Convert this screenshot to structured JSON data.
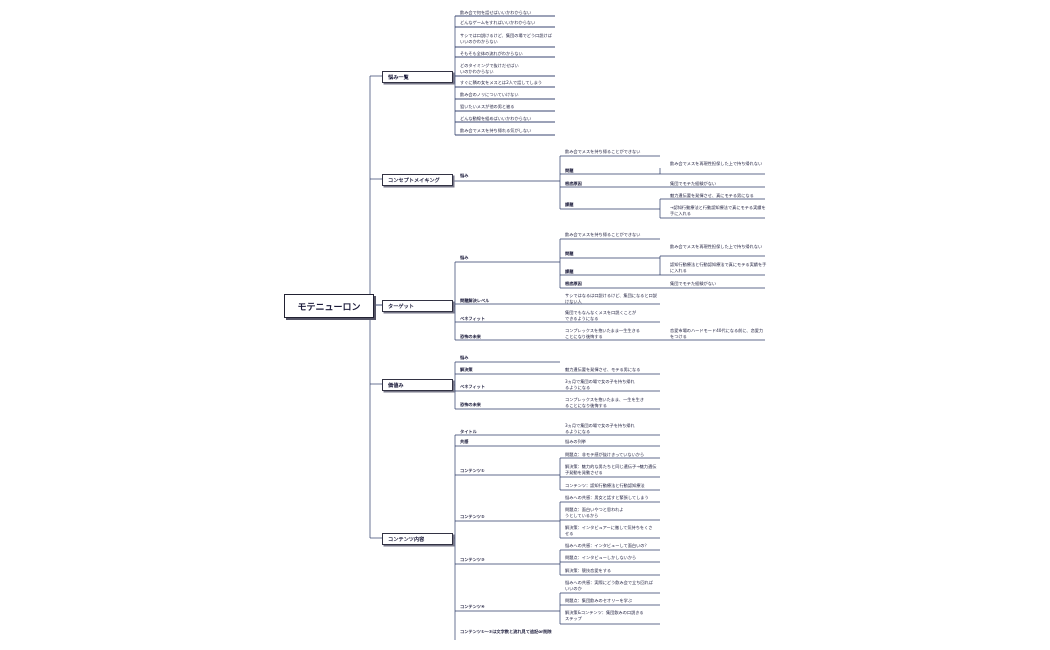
{
  "root": "モテニューロン",
  "main": [
    "悩み一覧",
    "コンセプトメイキング",
    "ターゲット",
    "価値み",
    "コンテンツ内容"
  ],
  "nayami": [
    "飲み会で何を話せばいいかわからない",
    "どんなゲームをすればいいかわからない",
    "サシでは口説けるけど、集団の場でどう口説けばいいのかわからない",
    "そもそも全体の流れがわからない",
    "どのタイミングで抜けだせばいいのかわからない",
    "すぐに隣の女をメスとは2人で話してしまう",
    "飲み会のノリについていけない",
    "狙いたいメスが他の男と被る",
    "どんな動線を組めばいいかわからない",
    "飲み会でメスを持ち帰れる気がしない"
  ],
  "concept": {
    "l1": "悩み",
    "l2": [
      "飲み会でメスを持ち帰ることができない",
      "問題",
      "根底原因",
      "課題"
    ],
    "l3": [
      "飲み会でメスを再現性担保した上で持ち帰れない",
      "集団でモテた経験がない",
      "魅力遺伝要を発揮させ、真にモテる男になる",
      "→認知行動療法と行動認知療法で真にモテる実績を手に入れる"
    ]
  },
  "target": {
    "l1": [
      "悩み",
      "問題解決レベル",
      "ベネフィット",
      "恐怖の未来"
    ],
    "l2": [
      "飲み会でメスを持ち帰ることができない",
      "問題",
      "課題",
      "根底原因",
      "サシではなるは口説けるけど、集団になると口説けない人",
      "集団でもなんなくメスを口説くことができるようになる",
      "コンプレックスを抱いたまま一生生きることになり後悔する"
    ],
    "l3": [
      "飲み会でメスを再現性担保した上で持ち帰れない",
      "認知行動療法と行動認知療法で真にモテる実績を手に入れる",
      "集団でモテた経験がない",
      "恋愛市場のハードモード40代になる前に、恋愛力をつける"
    ]
  },
  "kachi": {
    "l1": [
      "悩み",
      "解決策",
      "ベネフィット",
      "恐怖の未来"
    ],
    "l2": [
      "魅力遺伝要を発揮させ、モテる男になる",
      "3ヵ月で集団の場で女の子を持ち帰れるようになる",
      "コンプレックスを抱いたまま、一生を生きることになり後悔する"
    ]
  },
  "contents": {
    "l1": [
      "タイトル",
      "共感",
      "コンテンツ①",
      "コンテンツ②",
      "コンテンツ③",
      "コンテンツ④",
      "コンテンツ①〜③は文字数と流れ見て追記or削除"
    ],
    "l2": [
      "3ヵ月で集団の場で女の子を持ち帰れるようになる",
      "悩みの列挙",
      "問題点：非モテ感が抜けきっていないから",
      "解決策：魅力的な男たちと同じ遺伝子→魅力遺伝子発動を発動させる",
      "コンテンツ：認知行動療法と行動認知療法",
      "悩みへの共感：男女と話すと緊張してしまう",
      "問題点：面白いやつと思われようとしているから",
      "解決策：インタビュアーに徹して気持ちをくさせる",
      "悩みへの共感：インタビューして面白いの？",
      "問題点：インタビューしかしないから",
      "解決策：競技恋愛をする",
      "悩みへの共感：実際にどう飲み会で立ち回ればいいのか",
      "問題点：集団飲みのセオリーを学ぶ",
      "解決策&コンテンツ：集団飲みの口説きるステップ"
    ]
  }
}
